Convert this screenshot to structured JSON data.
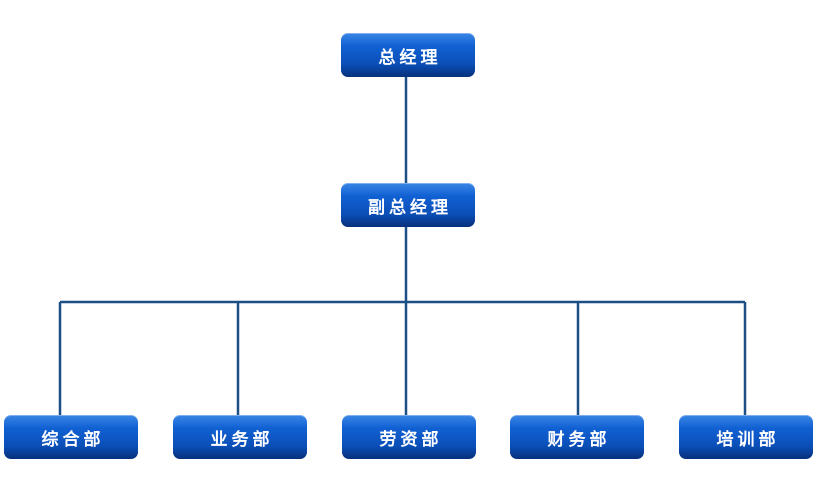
{
  "org_chart": {
    "top": {
      "label": "总经理",
      "children": [
        {
          "label": "副总经理",
          "children": [
            {
              "label": "综合部"
            },
            {
              "label": "业务部"
            },
            {
              "label": "劳资部"
            },
            {
              "label": "财务部"
            },
            {
              "label": "培训部"
            }
          ]
        }
      ]
    }
  },
  "colors": {
    "node_top": "#3a86e6",
    "node_bottom": "#07307c",
    "connector": "#1b4f86",
    "text": "#ffffff"
  }
}
